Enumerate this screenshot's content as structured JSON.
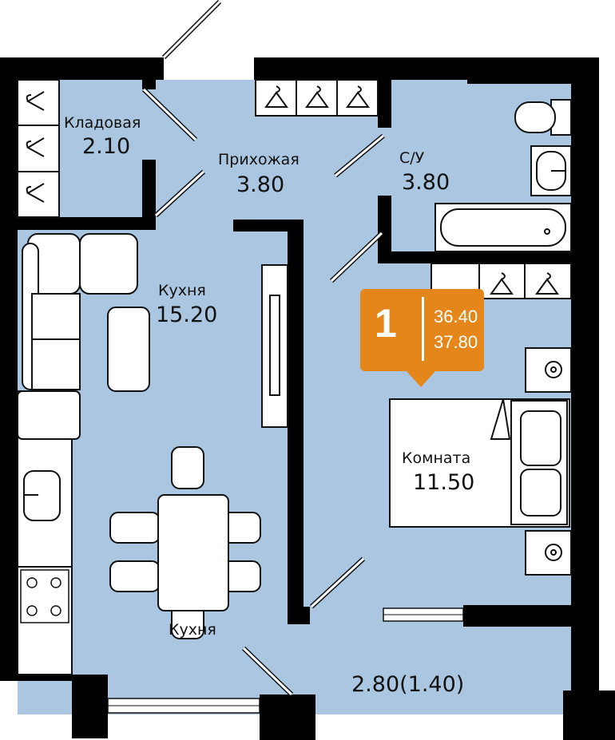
{
  "rooms": [
    {
      "name": "Кладовая",
      "area": "2.10"
    },
    {
      "name": "Прихожая",
      "area": "3.80"
    },
    {
      "name": "С/У",
      "area": "3.80"
    },
    {
      "name": "Кухня",
      "area": "15.20"
    },
    {
      "name": "Комната",
      "area": "11.50"
    }
  ],
  "balcony": {
    "area": "2.80(1.40)"
  },
  "badge": {
    "rooms": "1",
    "living_area": "36.40",
    "total_area": "37.80",
    "color": "#e5861a"
  },
  "colors": {
    "floor": "#abc6e0",
    "wall": "#000000"
  }
}
